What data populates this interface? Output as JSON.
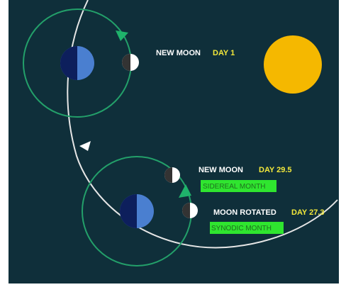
{
  "colors": {
    "background": "#0f2f3a",
    "orbit": "#23a06a",
    "earth_orbit": "#e6e6e6",
    "sun": "#f5b800",
    "earth_light": "#4a7fd0",
    "earth_dark": "#0d1f5c",
    "moon_light": "#ffffff",
    "moon_dark": "#333333",
    "arrow_green": "#1fb26b",
    "label_white": "#ffffff",
    "label_yellow": "#f2e83a",
    "tag_bg": "#2fe52f",
    "tag_text": "#1f6f1f"
  },
  "labels": {
    "new_moon_1": "NEW MOON",
    "day_1": "DAY 1",
    "new_moon_2": "NEW MOON",
    "day_29_5": "DAY 29.5",
    "sidereal": "SIDEREAL MONTH",
    "moon_rotated": "MOON ROTATED",
    "day_27_3": "DAY 27.3",
    "synodic": "SYNODIC MONTH"
  },
  "icons": {
    "sun": "sun-icon",
    "earth": "earth-icon",
    "moon": "moon-icon",
    "arrow": "arrow-icon"
  }
}
